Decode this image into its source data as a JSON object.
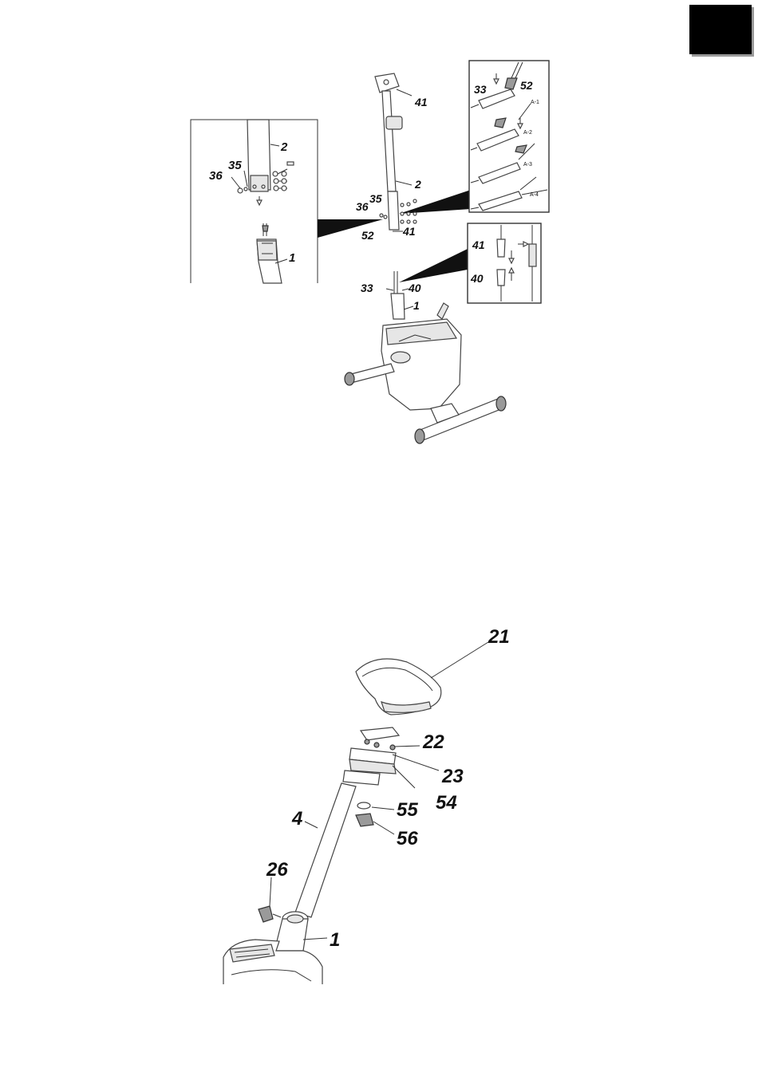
{
  "diagram_1": {
    "callouts_top": [
      "41",
      "2",
      "35",
      "36",
      "52",
      "41",
      "33",
      "40",
      "1"
    ],
    "inset_left": [
      "36",
      "35",
      "2",
      "1"
    ],
    "inset_right_top": [
      "33",
      "52",
      "A-1",
      "A-2",
      "A-3",
      "A-4"
    ],
    "inset_right_bottom": [
      "41",
      "40"
    ]
  },
  "diagram_2": {
    "callouts": [
      "21",
      "22",
      "23",
      "54",
      "55",
      "56",
      "4",
      "26",
      "1"
    ]
  }
}
